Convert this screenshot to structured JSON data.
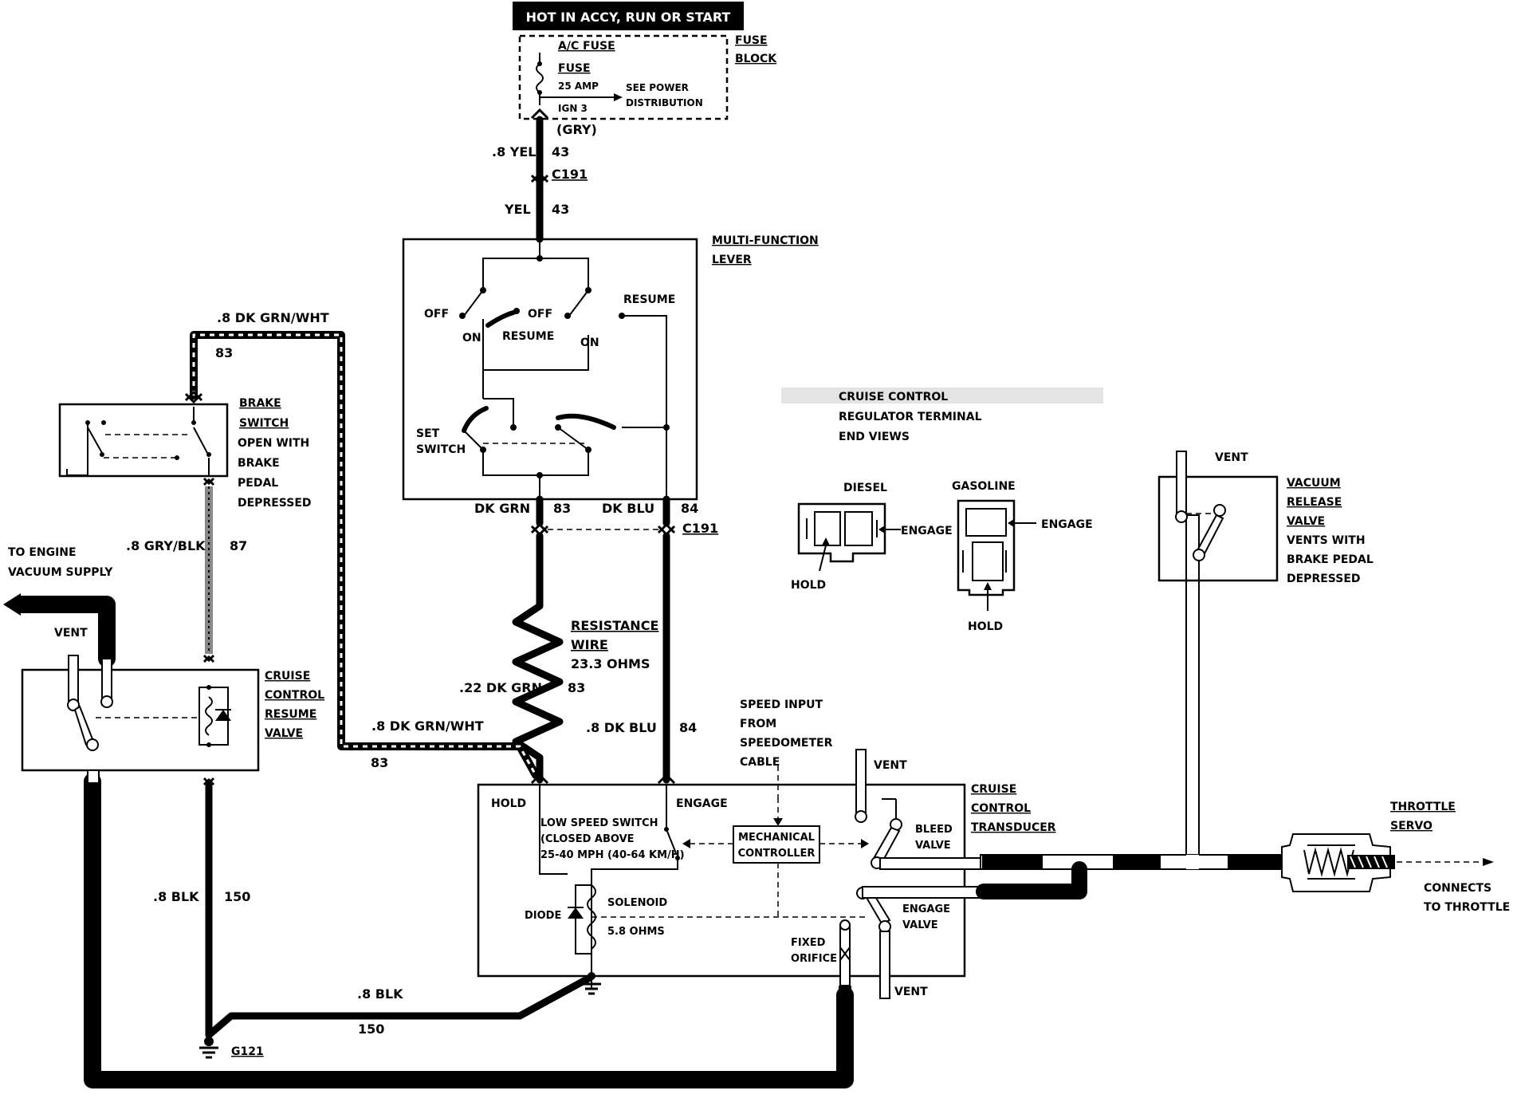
{
  "top_bar": {
    "label": "HOT IN ACCY, RUN OR START"
  },
  "fuse_block": {
    "title_line1": "FUSE",
    "title_line2": "BLOCK",
    "ac_fuse": "A/C FUSE",
    "fuse": "FUSE",
    "amp": "25 AMP",
    "ign": "IGN 3",
    "see_power_1": "SEE POWER",
    "see_power_2": "DISTRIBUTION",
    "gry": "(GRY)"
  },
  "wires": {
    "yel_top": ".8 YEL",
    "yel_top_num": "43",
    "c191_top": "C191",
    "yel": "YEL",
    "yel_num": "43",
    "dk_grn_wht_top": ".8 DK GRN/WHT",
    "dk_grn_wht_top_num": "83",
    "gry_blk": ".8 GRY/BLK",
    "gry_blk_num": "87",
    "dk_grn": "DK GRN",
    "dk_grn_num": "83",
    "dk_blu": "DK BLU",
    "dk_blu_num": "84",
    "c191_mid": "C191",
    "resistance_1": "RESISTANCE",
    "resistance_2": "WIRE",
    "resistance_3": "23.3 OHMS",
    "dk_grn_22": ".22 DK GRN",
    "dk_grn_22_num": "83",
    "dk_grn_wht_bot": ".8 DK GRN/WHT",
    "dk_grn_wht_bot_num": "83",
    "dk_blu_8": ".8 DK BLU",
    "dk_blu_8_num": "84",
    "blk_left": ".8 BLK",
    "blk_left_num": "150",
    "blk_bottom": ".8 BLK",
    "blk_bottom_num": "150",
    "ground": "G121"
  },
  "multi_function": {
    "title_1": "MULTI-FUNCTION",
    "title_2": "LEVER",
    "off_left": "OFF",
    "on_left": "ON",
    "resume_left": "RESUME",
    "off_right": "OFF",
    "on_right": "ON",
    "resume_right": "RESUME",
    "set_1": "SET",
    "set_2": "SWITCH"
  },
  "brake_switch": {
    "t1": "BRAKE",
    "t2": "SWITCH",
    "t3": "OPEN WITH",
    "t4": "BRAKE",
    "t5": "PEDAL",
    "t6": "DEPRESSED"
  },
  "engine_vacuum": {
    "l1": "TO ENGINE",
    "l2": "VACUUM SUPPLY"
  },
  "resume_valve": {
    "vent": "VENT",
    "t1": "CRUISE",
    "t2": "CONTROL",
    "t3": "RESUME",
    "t4": "VALVE"
  },
  "regulator": {
    "t1": "CRUISE CONTROL",
    "t2": "REGULATOR TERMINAL",
    "t3": "END VIEWS",
    "diesel": "DIESEL",
    "gasoline": "GASOLINE",
    "engage_d": "ENGAGE",
    "engage_g": "ENGAGE",
    "hold_d": "HOLD",
    "hold_g": "HOLD"
  },
  "vacuum_release": {
    "vent": "VENT",
    "t1": "VACUUM",
    "t2": "RELEASE",
    "t3": "VALVE",
    "t4": "VENTS WITH",
    "t5": "BRAKE PEDAL",
    "t6": "DEPRESSED"
  },
  "speed_input": {
    "l1": "SPEED INPUT",
    "l2": "FROM",
    "l3": "SPEEDOMETER",
    "l4": "CABLE"
  },
  "transducer": {
    "vent_top": "VENT",
    "t1": "CRUISE",
    "t2": "CONTROL",
    "t3": "TRANSDUCER",
    "hold": "HOLD",
    "engage": "ENGAGE",
    "lss_1": "LOW SPEED SWITCH",
    "lss_2": "(CLOSED ABOVE",
    "lss_3": "25-40 MPH (40-64 KM/H)",
    "mech_1": "MECHANICAL",
    "mech_2": "CONTROLLER",
    "bleed_1": "BLEED",
    "bleed_2": "VALVE",
    "engage_v1": "ENGAGE",
    "engage_v2": "VALVE",
    "diode": "DIODE",
    "solenoid": "SOLENOID",
    "ohms": "5.8 OHMS",
    "fixed_1": "FIXED",
    "fixed_2": "ORIFICE",
    "vent_bot": "VENT"
  },
  "throttle": {
    "t1": "THROTTLE",
    "t2": "SERVO",
    "c1": "CONNECTS",
    "c2": "TO THROTTLE"
  }
}
